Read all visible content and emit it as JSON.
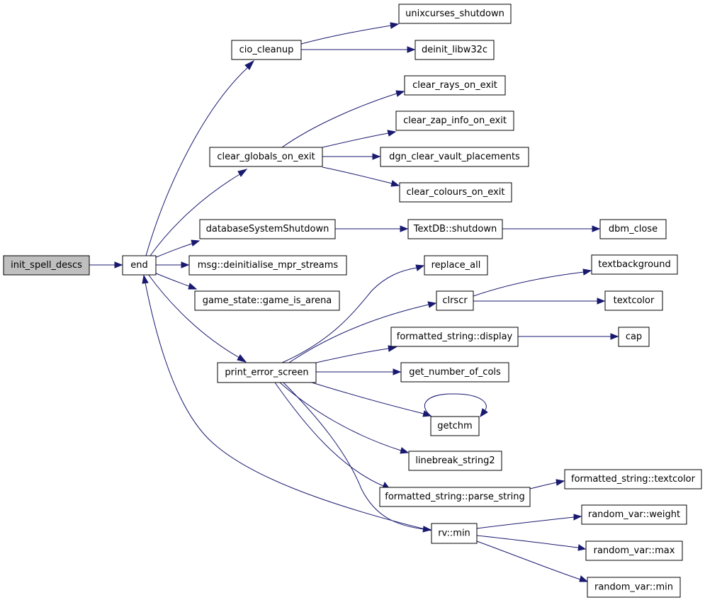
{
  "colors": {
    "edge": "#191970",
    "node_border": "#000000",
    "root_fill": "#bfbfbf",
    "node_fill": "#ffffff"
  },
  "nodes": {
    "init_spell_descs": "init_spell_descs",
    "end": "end",
    "cio_cleanup": "cio_cleanup",
    "unixcurses_shutdown": "unixcurses_shutdown",
    "deinit_libw32c": "deinit_libw32c",
    "clear_globals_on_exit": "clear_globals_on_exit",
    "clear_rays_on_exit": "clear_rays_on_exit",
    "clear_zap_info_on_exit": "clear_zap_info_on_exit",
    "dgn_clear_vault_placements": "dgn_clear_vault_placements",
    "clear_colours_on_exit": "clear_colours_on_exit",
    "databaseSystemShutdown": "databaseSystemShutdown",
    "textdb_shutdown": "TextDB::shutdown",
    "dbm_close": "dbm_close",
    "msg_deinitialise": "msg::deinitialise_mpr_streams",
    "game_is_arena": "game_state::game_is_arena",
    "print_error_screen": "print_error_screen",
    "replace_all": "replace_all",
    "clrscr": "clrscr",
    "textbackground": "textbackground",
    "textcolor": "textcolor",
    "fs_display": "formatted_string::display",
    "cap": "cap",
    "get_number_of_cols": "get_number_of_cols",
    "getchm": "getchm",
    "linebreak_string2": "linebreak_string2",
    "fs_parse_string": "formatted_string::parse_string",
    "fs_textcolor": "formatted_string::textcolor",
    "rv_min": "rv::min",
    "random_var_weight": "random_var::weight",
    "random_var_max": "random_var::max",
    "random_var_min": "random_var::min"
  }
}
